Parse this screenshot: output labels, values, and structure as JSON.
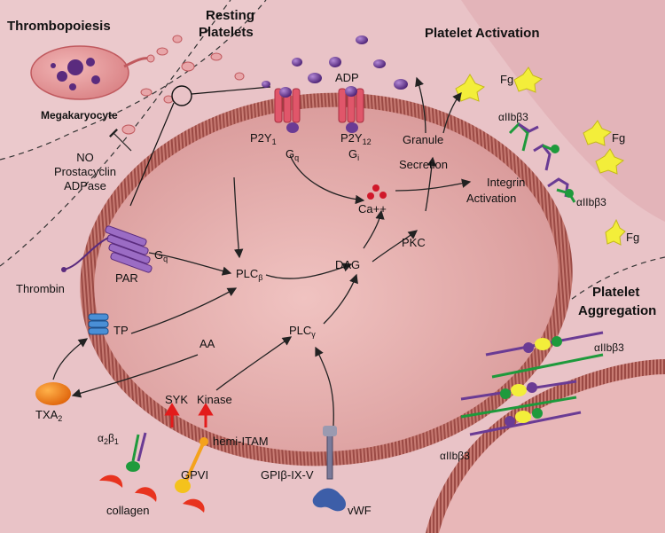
{
  "sections": {
    "thrombopoiesis": "Thrombopoiesis",
    "megakaryocyte": "Megakaryocyte",
    "resting_line1": "Resting",
    "resting_line2": "Platelets",
    "activation": "Platelet Activation",
    "aggregation_line1": "Platelet",
    "aggregation_line2": "Aggregation"
  },
  "inhibitors": [
    "NO",
    "Prostacyclin",
    "ADPase"
  ],
  "receptors": {
    "p2y1": "P2Y",
    "p2y1_sub": "1",
    "p2y12": "P2Y",
    "p2y12_sub": "12",
    "gq_top": "G",
    "gq_top_sub": "q",
    "gi": "G",
    "gi_sub": "i",
    "par": "PAR",
    "gq_par": "G",
    "gq_par_sub": "q",
    "tp": "TP",
    "a2b1": "α",
    "a2b1_mid": "2",
    "a2b1_b": "β",
    "a2b1_sub": "1",
    "gpvi": "GPVI",
    "hemi_itam": "hemi-ITAM",
    "gpib": "GPIβ-IX-V"
  },
  "ligands": {
    "adp": "ADP",
    "fg1": "Fg",
    "fg2": "Fg",
    "fg3": "Fg",
    "thrombin": "Thrombin",
    "txa2": "TXA",
    "txa2_sub": "2",
    "collagen": "collagen",
    "vwf": "vWF"
  },
  "signaling": {
    "plcb": "PLC",
    "plcb_sub": "β",
    "plcg": "PLC",
    "plcg_sub": "γ",
    "dag": "DAG",
    "pkc": "PKC",
    "ca": "Ca++",
    "aa": "AA",
    "syk": "SYK",
    "kinase": "Kinase",
    "granule1": "Granule",
    "granule2": "Secretion",
    "integrin1": "Integrin",
    "integrin2": "Activation"
  },
  "integrins": {
    "top": "αIIbβ3",
    "mid": "αIIbβ3",
    "agg_top": "αIIbβ3",
    "agg_bottom": "αIIbβ3"
  },
  "colors": {
    "background": "#e9c3c7",
    "membrane": "#b55a55",
    "cytoplasm": "#e6b1b1",
    "receptor_purple": "#6a3b94",
    "receptor_red": "#e0566a",
    "fibrinogen": "#f3ee3a",
    "integrin_green": "#1e9a3c",
    "arrow_red": "#e31b1b"
  }
}
